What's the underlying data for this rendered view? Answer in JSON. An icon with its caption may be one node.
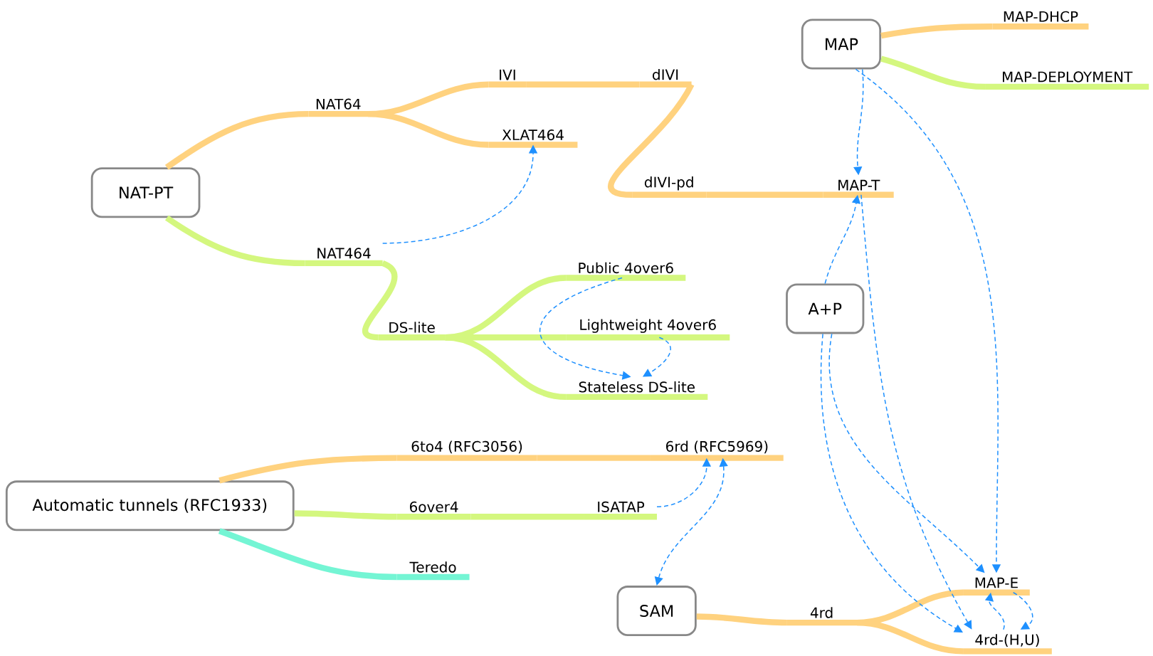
{
  "diagram": {
    "nodes": [
      {
        "text": [
          "MAP"
        ]
      },
      {
        "text": [
          "MAP-DHCP"
        ]
      },
      {
        "text": [
          "MAP-DEPLOYMENT"
        ]
      },
      {
        "text": [
          "NAT-PT"
        ]
      },
      {
        "text": [
          "NAT64"
        ]
      },
      {
        "text": [
          "IVI"
        ]
      },
      {
        "text": [
          "dIVI"
        ]
      },
      {
        "text": [
          "XLAT464"
        ]
      },
      {
        "text": [
          "dIVI-pd"
        ]
      },
      {
        "text": [
          "MAP-T"
        ]
      },
      {
        "text": [
          "NAT464"
        ]
      },
      {
        "text": [
          "A+P"
        ]
      },
      {
        "text": [
          "Public 4over6"
        ]
      },
      {
        "text": [
          "DS-lite"
        ]
      },
      {
        "text": [
          "Lightweight 4over6"
        ]
      },
      {
        "text": [
          "Stateless DS-lite"
        ]
      },
      {
        "text": [
          "Automatic tunnels (RFC1933)"
        ]
      },
      {
        "text": [
          "6to4 (RFC3056)"
        ]
      },
      {
        "text": [
          "6rd (RFC5969)"
        ]
      },
      {
        "text": [
          "6over4"
        ]
      },
      {
        "text": [
          "ISATAP"
        ]
      },
      {
        "text": [
          "Teredo"
        ]
      },
      {
        "text": [
          "SAM"
        ]
      },
      {
        "text": [
          "4rd"
        ]
      },
      {
        "text": [
          "MAP-E"
        ]
      },
      {
        "text": [
          "4rd-(H,U)"
        ]
      }
    ],
    "edges": [
      {
        "from": 0,
        "to": 1,
        "arrow": "none",
        "color": "#ffd27f"
      },
      {
        "from": 0,
        "to": 2,
        "arrow": "none",
        "color": "#d4f77f"
      },
      {
        "from": 3,
        "to": 4,
        "arrow": "none",
        "color": "#ffd27f"
      },
      {
        "from": 4,
        "to": 5,
        "arrow": "none",
        "color": "#ffd27f"
      },
      {
        "from": 5,
        "to": 6,
        "arrow": "none",
        "color": "#ffd27f"
      },
      {
        "from": 4,
        "to": 7,
        "arrow": "none",
        "color": "#ffd27f"
      },
      {
        "from": 6,
        "to": 8,
        "arrow": "none",
        "color": "#ffd27f"
      },
      {
        "from": 8,
        "to": 9,
        "arrow": "none",
        "color": "#ffd27f"
      },
      {
        "from": 3,
        "to": 10,
        "arrow": "none",
        "color": "#d4f77f"
      },
      {
        "from": 10,
        "to": 13,
        "arrow": "none",
        "color": "#d4f77f"
      },
      {
        "from": 13,
        "to": 12,
        "arrow": "none",
        "color": "#d4f77f"
      },
      {
        "from": 13,
        "to": 14,
        "arrow": "none",
        "color": "#d4f77f"
      },
      {
        "from": 13,
        "to": 15,
        "arrow": "none",
        "color": "#d4f77f"
      },
      {
        "from": 16,
        "to": 17,
        "arrow": "none",
        "color": "#ffd27f"
      },
      {
        "from": 17,
        "to": 18,
        "arrow": "none",
        "color": "#ffd27f"
      },
      {
        "from": 16,
        "to": 19,
        "arrow": "none",
        "color": "#d4f77f"
      },
      {
        "from": 19,
        "to": 20,
        "arrow": "none",
        "color": "#d4f77f"
      },
      {
        "from": 16,
        "to": 21,
        "arrow": "none",
        "color": "#74f5d4"
      },
      {
        "from": 22,
        "to": 23,
        "arrow": "none",
        "color": "#ffd27f"
      },
      {
        "from": 23,
        "to": 24,
        "arrow": "none",
        "color": "#ffd27f"
      },
      {
        "from": 23,
        "to": 25,
        "arrow": "none",
        "color": "#ffd27f"
      },
      {
        "from": 10,
        "to": 7,
        "arrow": "to",
        "style": "dashed",
        "color": "#1e90ff"
      },
      {
        "from": 12,
        "to": 15,
        "arrow": "to",
        "style": "dashed",
        "color": "#1e90ff"
      },
      {
        "from": 14,
        "to": 15,
        "arrow": "to",
        "style": "dashed",
        "color": "#1e90ff"
      },
      {
        "from": 20,
        "to": 18,
        "arrow": "to",
        "style": "dashed",
        "color": "#1e90ff"
      },
      {
        "from": 18,
        "to": 22,
        "arrow": "both",
        "style": "dashed",
        "color": "#1e90ff"
      },
      {
        "from": 0,
        "to": 9,
        "arrow": "to",
        "style": "dashed",
        "color": "#1e90ff"
      },
      {
        "from": 0,
        "to": 24,
        "arrow": "to",
        "style": "dashed",
        "color": "#1e90ff"
      },
      {
        "from": 11,
        "to": 9,
        "arrow": "to",
        "style": "dashed",
        "color": "#1e90ff"
      },
      {
        "from": 9,
        "to": 25,
        "arrow": "to",
        "style": "dashed",
        "color": "#1e90ff"
      },
      {
        "from": 11,
        "to": 24,
        "arrow": "to",
        "style": "dashed",
        "color": "#1e90ff"
      },
      {
        "from": 11,
        "to": 25,
        "arrow": "to",
        "style": "dashed",
        "color": "#1e90ff"
      },
      {
        "from": 25,
        "to": 24,
        "arrow": "to",
        "style": "dashed",
        "color": "#1e90ff"
      },
      {
        "from": 24,
        "to": 25,
        "arrow": "to",
        "style": "dashed",
        "color": "#1e90ff"
      }
    ]
  }
}
